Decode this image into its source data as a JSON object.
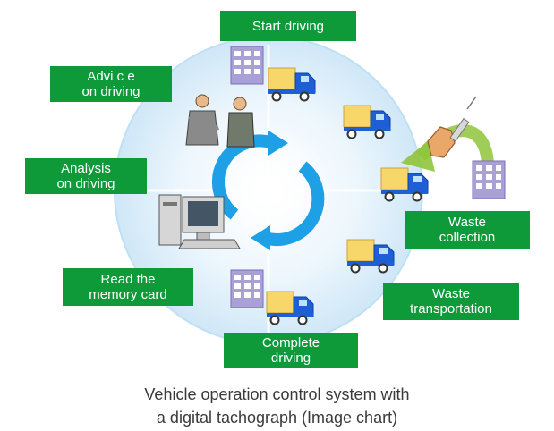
{
  "diagram": {
    "steps": [
      {
        "id": "start",
        "label": "Start driving"
      },
      {
        "id": "waste-collection",
        "label": "Waste\ncollection"
      },
      {
        "id": "waste-transportation",
        "label": "Waste\ntransportation"
      },
      {
        "id": "complete",
        "label": "Complete\ndriving"
      },
      {
        "id": "read-card",
        "label": "Read the\nmemory card"
      },
      {
        "id": "analysis",
        "label": "Analysis\non driving"
      },
      {
        "id": "advice",
        "label": "Advi c e\non driving"
      }
    ],
    "caption_line1": "Vehicle operation control system with",
    "caption_line2": "a digital tachograph (Image chart)",
    "colors": {
      "label_bg": "#0f9a3a",
      "cycle_arrow": "#1ea0e6",
      "circle_fill": "#dff0fa",
      "truck_cargo": "#f7d66a",
      "truck_cab": "#1f5fd6",
      "building": "#a9a0d8",
      "green_arrow": "#8fc43b"
    },
    "icons": [
      "truck-icon",
      "building-icon",
      "people-icon",
      "computer-icon",
      "hand-syringe-icon",
      "cycle-arrows-icon"
    ]
  }
}
